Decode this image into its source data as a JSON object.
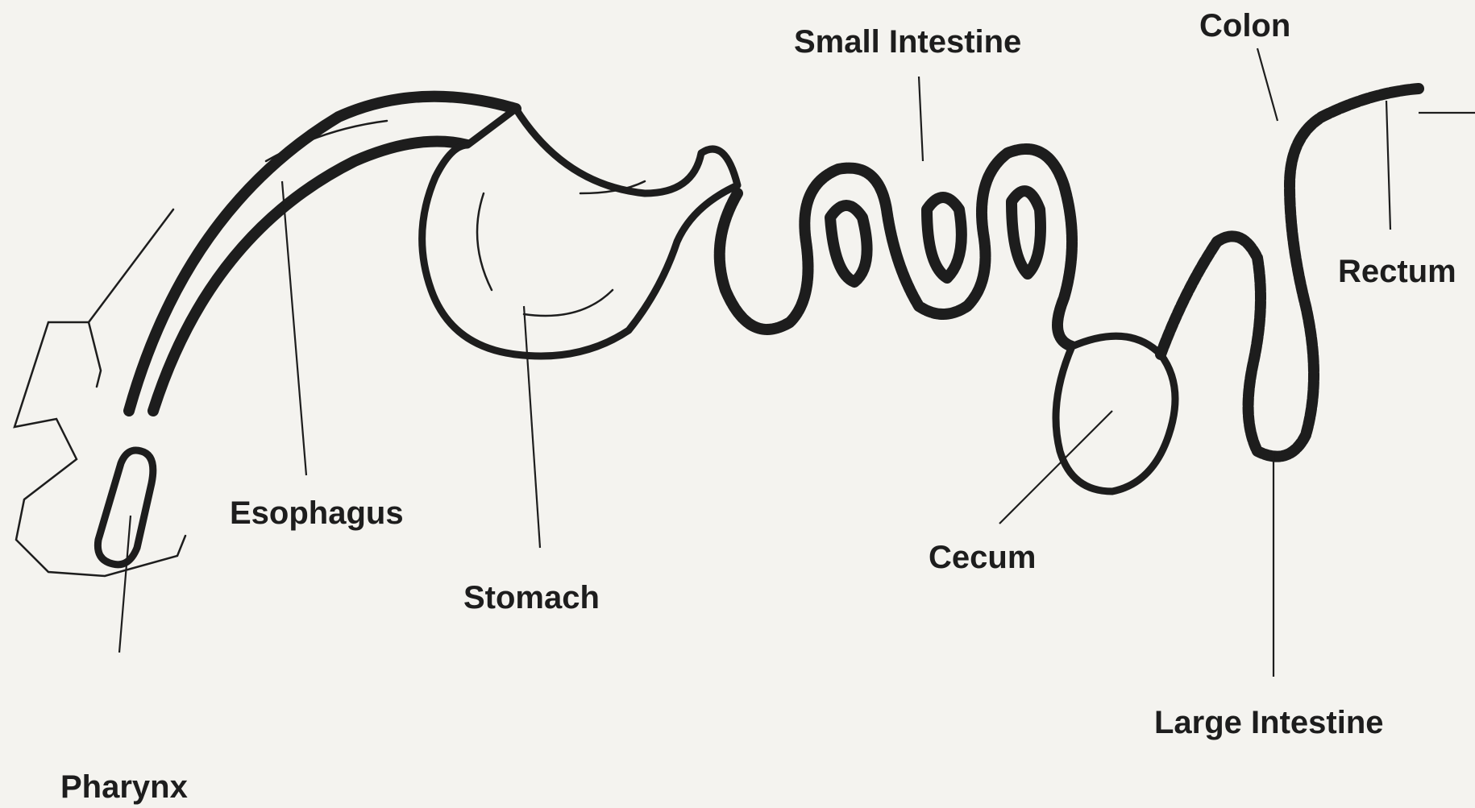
{
  "labels": {
    "pharynx": "Pharynx",
    "esophagus": "Esophagus",
    "stomach": "Stomach",
    "small_intestine": "Small Intestine",
    "cecum": "Cecum",
    "large_intestine": "Large Intestine",
    "colon": "Colon",
    "rectum": "Rectum"
  },
  "colors": {
    "ink": "#1d1d1d",
    "paper": "#f4f3ef"
  }
}
